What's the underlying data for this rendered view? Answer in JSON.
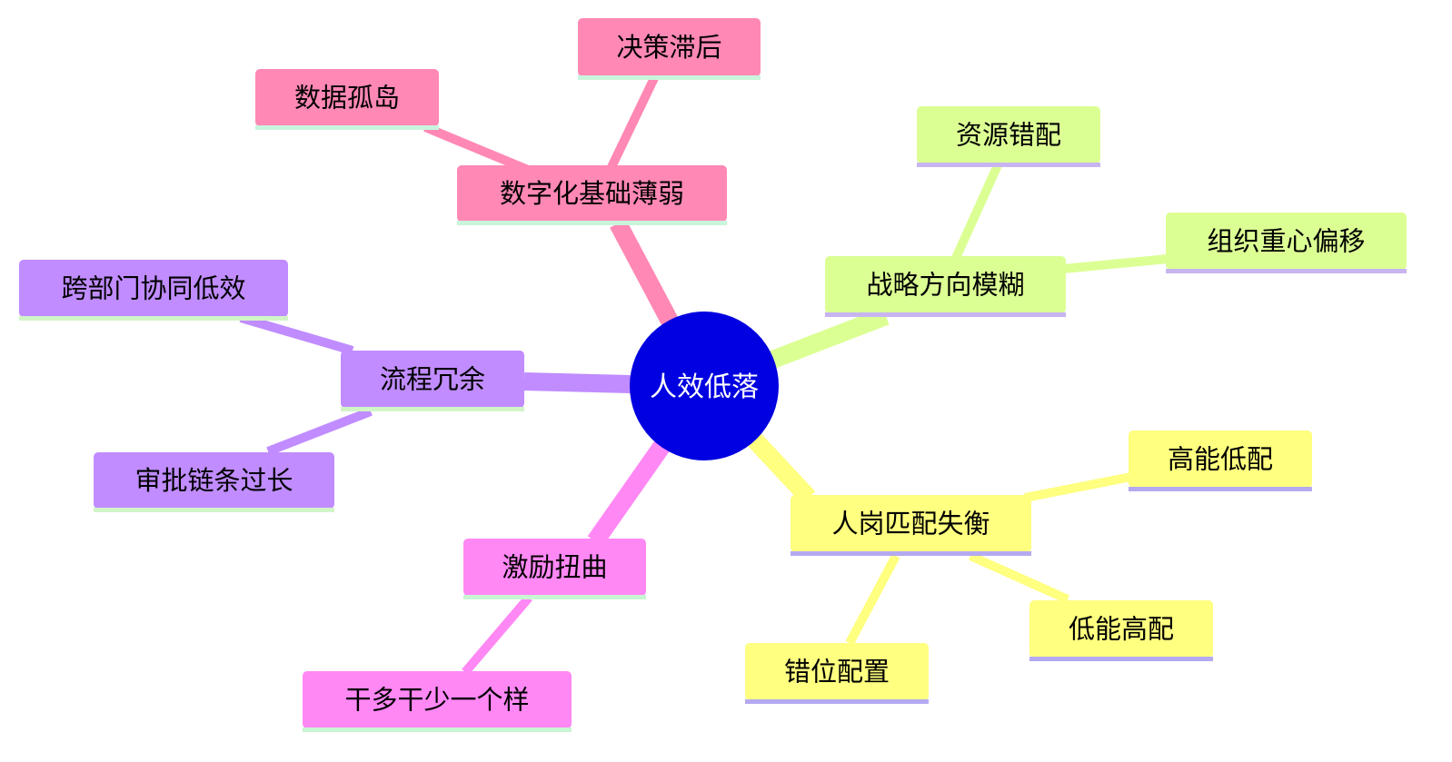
{
  "root": {
    "label": "人效低落",
    "fill": "#0000e0",
    "text_color": "#ffffff"
  },
  "branches": [
    {
      "id": "digital",
      "label": "数字化基础薄弱",
      "color": "#ff88b5",
      "underline": "#c8f5dc",
      "children": [
        {
          "id": "data-silo",
          "label": "数据孤岛"
        },
        {
          "id": "decision-lag",
          "label": "决策滞后"
        }
      ]
    },
    {
      "id": "strategy",
      "label": "战略方向模糊",
      "color": "#dcff94",
      "underline": "#c8b4f0",
      "children": [
        {
          "id": "resource-mismatch",
          "label": "资源错配"
        },
        {
          "id": "focus-shift",
          "label": "组织重心偏移"
        }
      ]
    },
    {
      "id": "talent",
      "label": "人岗匹配失衡",
      "color": "#ffff80",
      "underline": "#b4aaf0",
      "children": [
        {
          "id": "high-skill-low-role",
          "label": "高能低配"
        },
        {
          "id": "low-skill-high-role",
          "label": "低能高配"
        },
        {
          "id": "misplacement",
          "label": "错位配置"
        }
      ]
    },
    {
      "id": "incentive",
      "label": "激励扭曲",
      "color": "#ff88f5",
      "underline": "#c8f5d2",
      "children": [
        {
          "id": "egalitarian",
          "label": "干多干少一个样"
        }
      ]
    },
    {
      "id": "process",
      "label": "流程冗余",
      "color": "#c08cff",
      "underline": "#d2f5c8",
      "children": [
        {
          "id": "cross-dept",
          "label": "跨部门协同低效"
        },
        {
          "id": "approval-chain",
          "label": "审批链条过长"
        }
      ]
    }
  ]
}
